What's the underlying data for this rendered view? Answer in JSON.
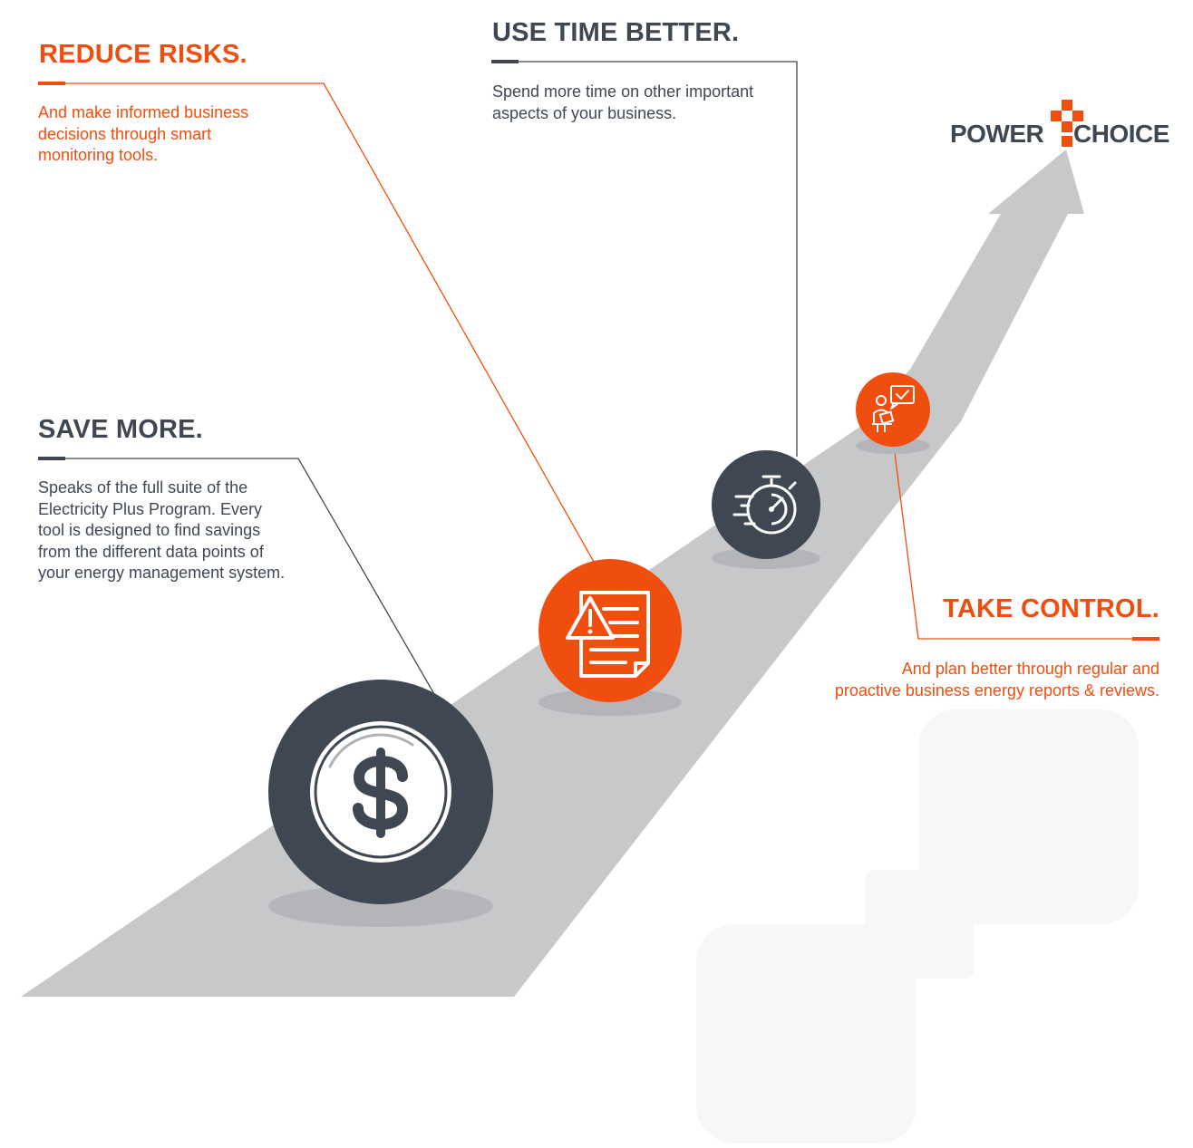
{
  "brand": {
    "left_word": "POWER",
    "right_word": "CHOICE",
    "accent_color": "#f04e0e",
    "dark_color": "#3f4852"
  },
  "benefits": {
    "reduce_risks": {
      "title": "REDUCE RISKS.",
      "description": "And make informed business\ndecisions through smart\nmonitoring tools.",
      "icon": "document-warning-icon"
    },
    "use_time_better": {
      "title": "USE TIME BETTER.",
      "description": "Spend more time on other important\naspects of your business.",
      "icon": "stopwatch-icon"
    },
    "save_more": {
      "title": "SAVE MORE.",
      "description": "Speaks of the full suite of the\nElectricity Plus Program. Every\ntool is designed to find savings\nfrom the different data points of\nyour energy management system.",
      "icon": "dollar-coin-icon"
    },
    "take_control": {
      "title": "TAKE CONTROL.",
      "description": "And plan better through regular and\nproactive business energy reports & reviews.",
      "icon": "person-report-check-icon"
    }
  }
}
